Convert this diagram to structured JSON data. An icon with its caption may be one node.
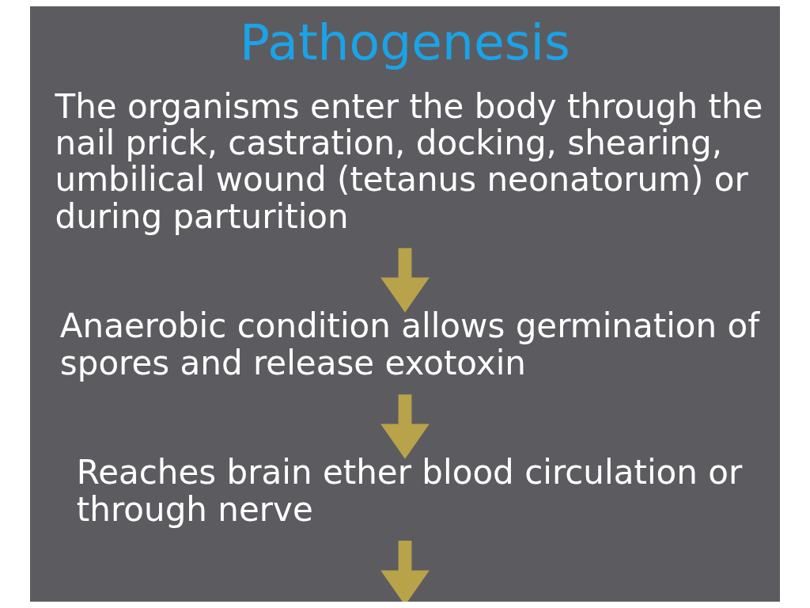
{
  "diagram": {
    "title": "Pathogenesis",
    "nodes": [
      {
        "text": [
          "The organisms enter the body through the nail prick, castration, docking, shearing, umbilical wound (tetanus neonatorum) or during parturition"
        ]
      },
      {
        "text": [
          "Anaerobic condition allows germination of spores and release exotoxin"
        ]
      },
      {
        "text": [
          "Reaches brain ether blood circulation or through nerve"
        ]
      }
    ],
    "edges": [
      {
        "from": 0,
        "to": 1,
        "arrow": "to"
      },
      {
        "from": 1,
        "to": 2,
        "arrow": "to"
      },
      {
        "from": 2,
        "to": null,
        "arrow": "to"
      }
    ]
  }
}
